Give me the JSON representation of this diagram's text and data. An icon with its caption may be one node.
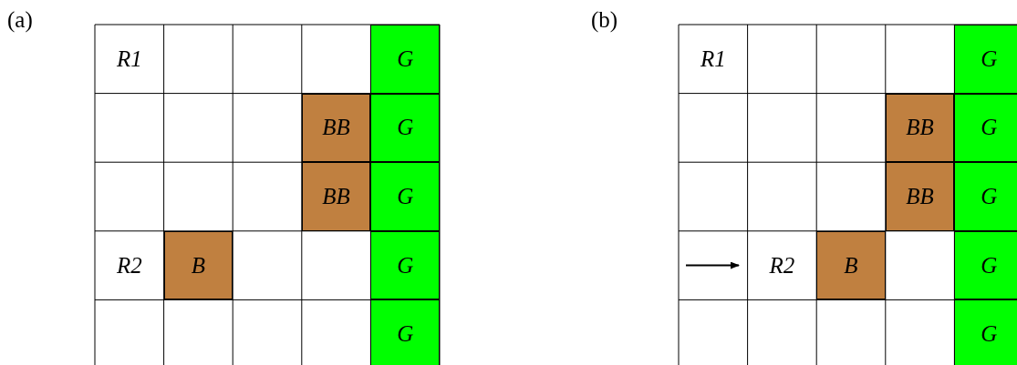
{
  "diagram": {
    "labels": [
      "(a)",
      "R1",
      "G",
      "BB",
      "G",
      "BB",
      "G",
      "R2",
      "B",
      "G",
      "G",
      "(b)",
      "R1",
      "G",
      "BB",
      "G",
      "BB",
      "G",
      "R2",
      "B",
      "G",
      "G"
    ]
  }
}
